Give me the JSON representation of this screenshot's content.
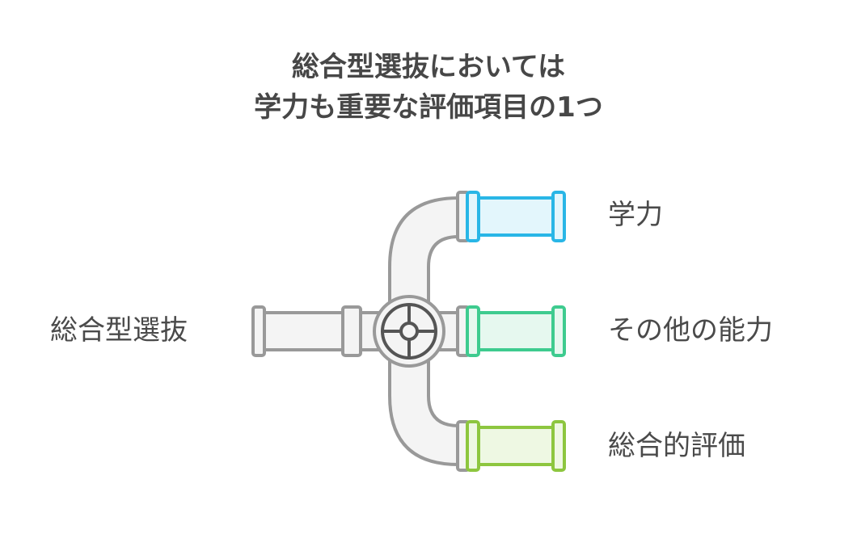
{
  "title": {
    "line1": "総合型選抜においては",
    "line2": "学力も重要な評価項目の1つ"
  },
  "source_label": "総合型選抜",
  "outputs": [
    {
      "label": "学力",
      "color": "#29b6e6",
      "fill": "#e3f6fc"
    },
    {
      "label": "その他の能力",
      "color": "#3ecb8f",
      "fill": "#e6f8ef"
    },
    {
      "label": "総合的評価",
      "color": "#8dc63f",
      "fill": "#eef8e3"
    }
  ],
  "pipe_colors": {
    "stroke": "#999999",
    "fill": "#f4f4f4",
    "valve_stroke": "#555555"
  }
}
